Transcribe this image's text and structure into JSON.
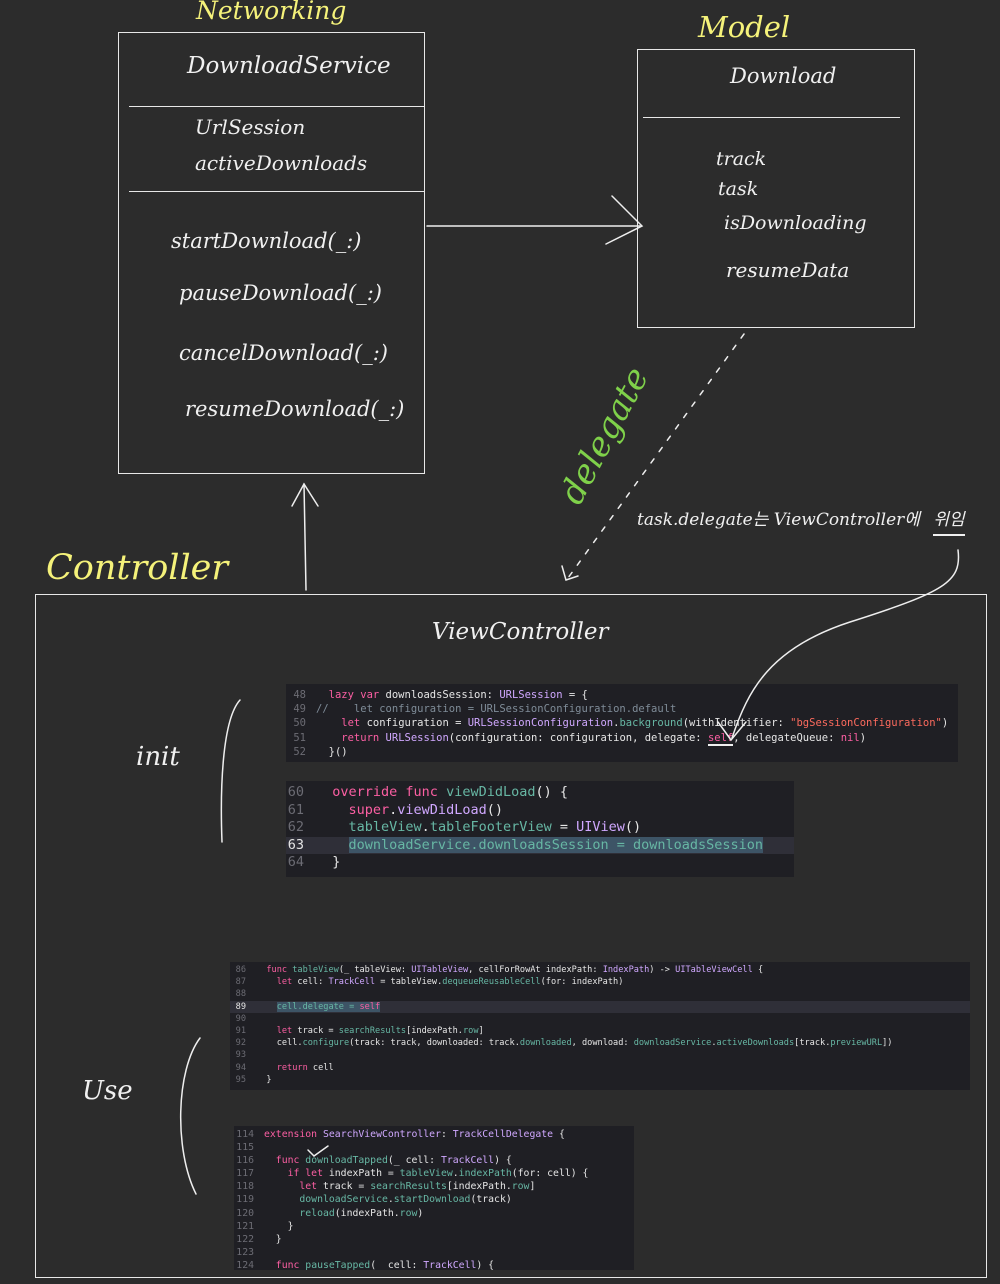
{
  "labels": {
    "networking": "Networking",
    "model": "Model",
    "controller": "Controller",
    "delegate": "delegate",
    "init": "init",
    "use": "Use"
  },
  "download_service": {
    "title": "DownloadService",
    "properties": [
      "UrlSession",
      "activeDownloads"
    ],
    "methods": [
      "startDownload(_:)",
      "pauseDownload(_:)",
      "cancelDownload(_:)",
      "resumeDownload(_:)"
    ]
  },
  "download_model": {
    "title": "Download",
    "properties": [
      "track",
      "task",
      "isDownloading",
      "resumeData"
    ]
  },
  "view_controller": {
    "title": "ViewController"
  },
  "annotation": {
    "prefix": "task.delegate는 ViewController에",
    "emphasis": "위임"
  },
  "code_blocks": {
    "session": {
      "lines": [
        {
          "n": "48",
          "t": "  lazy var downloadsSession: URLSession = {"
        },
        {
          "n": "49",
          "t": "//    let configuration = URLSessionConfiguration.default"
        },
        {
          "n": "50",
          "t": "    let configuration = URLSessionConfiguration.background(withIdentifier: \"bgSessionConfiguration\")"
        },
        {
          "n": "51",
          "t": "    return URLSession(configuration: configuration, delegate: self, delegateQueue: nil)"
        },
        {
          "n": "52",
          "t": "  }()"
        }
      ]
    },
    "viewdidload": {
      "lines": [
        {
          "n": "60",
          "t": "  override func viewDidLoad() {"
        },
        {
          "n": "61",
          "t": "    super.viewDidLoad()"
        },
        {
          "n": "62",
          "t": "    tableView.tableFooterView = UIView()"
        },
        {
          "n": "63",
          "t": "    downloadService.downloadsSession = downloadsSession"
        },
        {
          "n": "64",
          "t": "  }"
        }
      ]
    },
    "cellforrow": {
      "lines": [
        {
          "n": "86",
          "t": "  func tableView(_ tableView: UITableView, cellForRowAt indexPath: IndexPath) -> UITableViewCell {"
        },
        {
          "n": "87",
          "t": "    let cell: TrackCell = tableView.dequeueReusableCell(for: indexPath)"
        },
        {
          "n": "88",
          "t": ""
        },
        {
          "n": "89",
          "t": "    cell.delegate = self"
        },
        {
          "n": "90",
          "t": ""
        },
        {
          "n": "91",
          "t": "    let track = searchResults[indexPath.row]"
        },
        {
          "n": "92",
          "t": "    cell.configure(track: track, downloaded: track.downloaded, download: downloadService.activeDownloads[track.previewURL])"
        },
        {
          "n": "93",
          "t": ""
        },
        {
          "n": "94",
          "t": "    return cell"
        },
        {
          "n": "95",
          "t": "  }"
        }
      ]
    },
    "extension": {
      "lines": [
        {
          "n": "114",
          "t": "extension SearchViewController: TrackCellDelegate {"
        },
        {
          "n": "115",
          "t": ""
        },
        {
          "n": "116",
          "t": "  func downloadTapped(_ cell: TrackCell) {"
        },
        {
          "n": "117",
          "t": "    if let indexPath = tableView.indexPath(for: cell) {"
        },
        {
          "n": "118",
          "t": "      let track = searchResults[indexPath.row]"
        },
        {
          "n": "119",
          "t": "      downloadService.startDownload(track)"
        },
        {
          "n": "120",
          "t": "      reload(indexPath.row)"
        },
        {
          "n": "121",
          "t": "    }"
        },
        {
          "n": "122",
          "t": "  }"
        },
        {
          "n": "123",
          "t": ""
        },
        {
          "n": "124",
          "t": "  func pauseTapped(_ cell: TrackCell) {"
        }
      ]
    }
  }
}
